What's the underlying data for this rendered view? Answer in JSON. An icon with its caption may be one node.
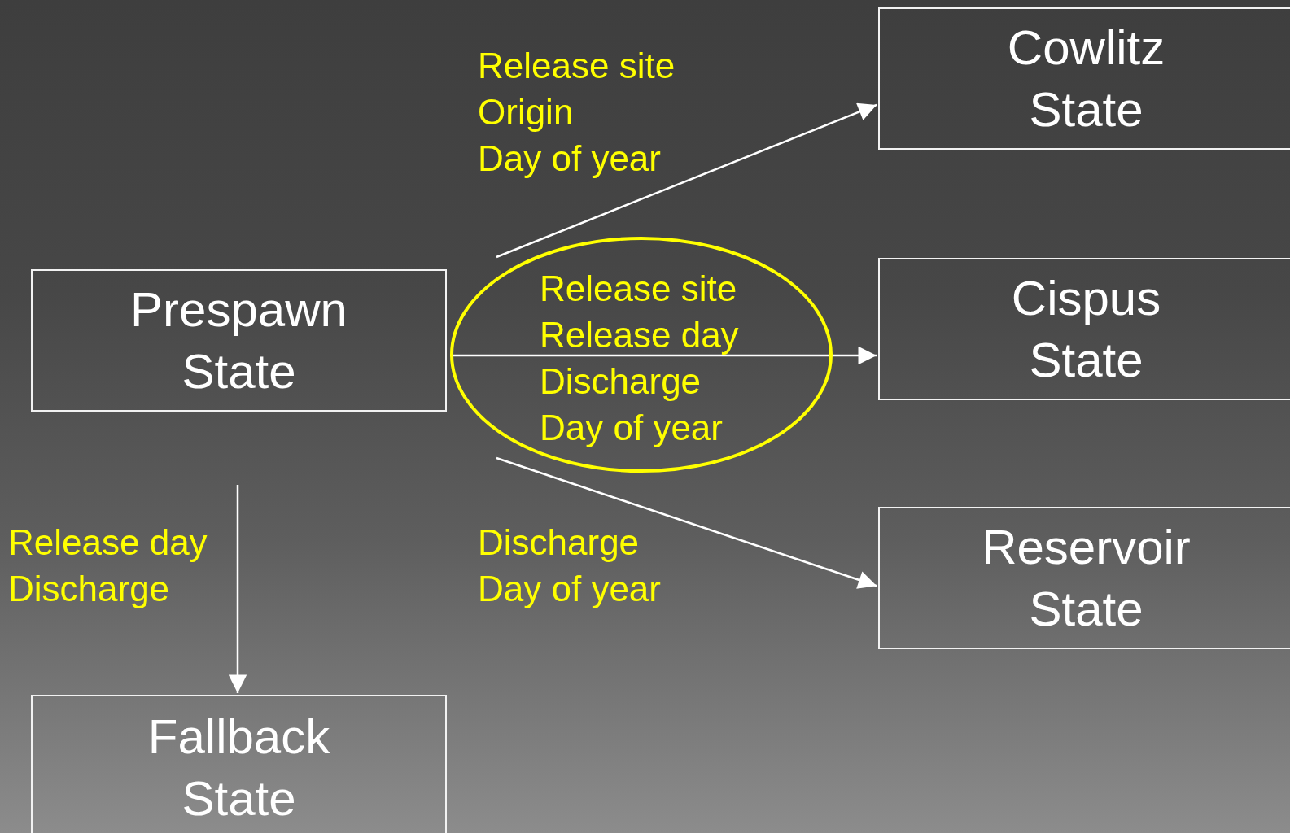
{
  "diagram": {
    "nodes": [
      {
        "text": [
          "Prespawn State"
        ]
      },
      {
        "text": [
          "Cowlitz State"
        ]
      },
      {
        "text": [
          "Cispus State"
        ]
      },
      {
        "text": [
          "Reservoir State"
        ]
      },
      {
        "text": [
          "Fallback State"
        ]
      },
      {
        "text": [
          "Release site Release day Discharge Day of year"
        ]
      }
    ],
    "edges": [
      {
        "from": null,
        "to": 1,
        "arrow": "to",
        "label": "Release site Origin Day of year"
      },
      {
        "from": 5,
        "to": 2,
        "arrow": "to"
      },
      {
        "from": null,
        "to": 3,
        "arrow": "to",
        "label": "Discharge Day of year"
      },
      {
        "from": null,
        "to": 4,
        "arrow": "to",
        "label": "Release day Discharge"
      }
    ]
  }
}
